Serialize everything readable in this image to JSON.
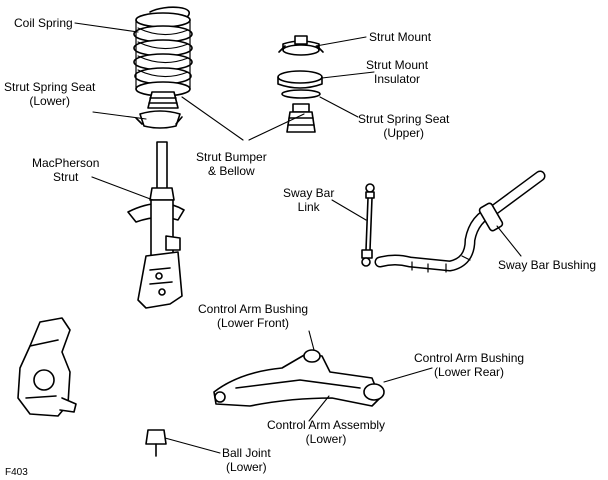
{
  "labels": {
    "coil_spring": "Coil Spring",
    "strut_spring_seat_lower": [
      "Strut Spring Seat",
      "(Lower)"
    ],
    "macpherson_strut": [
      "MacPherson",
      "Strut"
    ],
    "strut_mount": "Strut Mount",
    "strut_mount_insulator": [
      "Strut Mount",
      "Insulator"
    ],
    "strut_spring_seat_upper": [
      "Strut Spring Seat",
      "(Upper)"
    ],
    "strut_bumper_bellow": [
      "Strut Bumper",
      "& Bellow"
    ],
    "sway_bar_link": [
      "Sway Bar",
      "Link"
    ],
    "sway_bar_bushing": "Sway Bar Bushing",
    "control_arm_bushing_lower_front": [
      "Control Arm Bushing",
      "(Lower Front)"
    ],
    "control_arm_bushing_lower_rear": [
      "Control Arm Bushing",
      "(Lower Rear)"
    ],
    "control_arm_assembly": [
      "Control Arm Assembly",
      "(Lower)"
    ],
    "ball_joint": [
      "Ball Joint",
      "(Lower)"
    ]
  },
  "figure_id": "F403",
  "colors": {
    "line": "#000000",
    "fill": "#ffffff",
    "shade": "#bdbdbd"
  }
}
